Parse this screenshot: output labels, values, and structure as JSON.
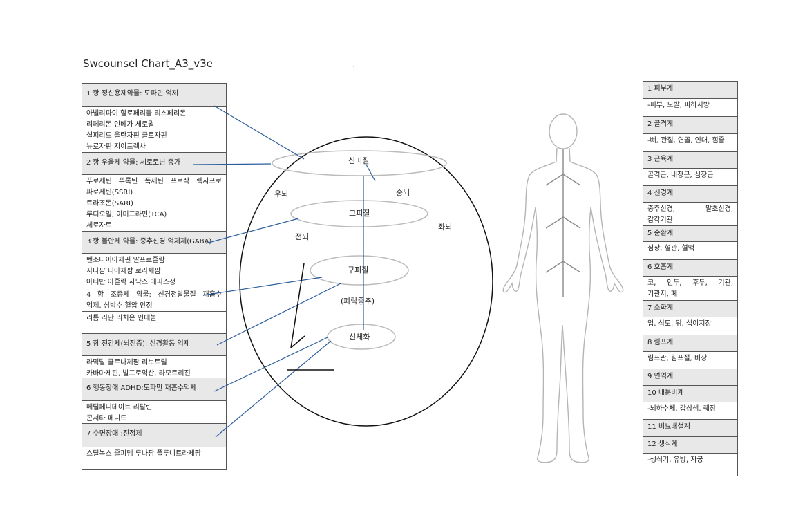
{
  "title": "Swcounsel Chart_A3_v3e",
  "left_table": [
    {
      "type": "head",
      "text": "1 항 정신용제약물: 도파민 억제",
      "h": 34
    },
    {
      "type": "body",
      "lines": [
        "아빌리파이 할로페리돌 리스페리돈",
        "리페리돈 인베가 세로퀼",
        "설피리드 올란자핀 클로자핀",
        "뉴로자핀 지이프렉사"
      ],
      "h": 66
    },
    {
      "type": "head",
      "text": "2 항 우울제 약물: 세로토닌 증가",
      "h": 32
    },
    {
      "type": "body",
      "lines": [
        "푸로세틴 푸록틴 폭세틴 프로작 렉사프로",
        "파로세틴(SSRI)",
        "트라조돈(SARI)",
        "루디오밀, 이미프라민(TCA)",
        "세로자트"
      ],
      "h": 82,
      "justify_first": true
    },
    {
      "type": "head",
      "text": "3 항 불안제 약물: 중추신경 억제제(GABA)",
      "h": 32
    },
    {
      "type": "body",
      "lines": [
        "벤조다이아제핀 알프로졸람",
        "자나팜 디아제팜 로라제팜",
        "아티반 아졸락 자낙스 데피스정"
      ],
      "h": 50
    },
    {
      "type": "body",
      "lines": [
        "4 항 조증제 약물: 신경전달물질 재흡수",
        "억제, 심박수 혈압 안정"
      ],
      "h": 34,
      "justify_first": true
    },
    {
      "type": "body",
      "lines": [
        "리튬 리단 리치온 인데놀"
      ],
      "h": 32
    },
    {
      "type": "head",
      "text": "5 항 전간제(뇌전증): 신경활동 억제",
      "h": 32
    },
    {
      "type": "body",
      "lines": [
        "라믹탈 클로나제팜 리보트릴",
        "카바마제핀, 발프로익산, 라모트리진"
      ],
      "h": 32
    },
    {
      "type": "head",
      "text": "6 행동장애 ADHD:도파민 재흡수억제",
      "h": 33
    },
    {
      "type": "body",
      "lines": [
        "메틸페니데이트 리탈린",
        "콘서타 페니드"
      ],
      "h": 33
    },
    {
      "type": "head",
      "text": "7 수면장애 :진정제",
      "h": 34
    },
    {
      "type": "body",
      "lines": [
        "스틸녹스 졸피뎀 루나팜 플루니트라제팜"
      ],
      "h": 32
    }
  ],
  "right_table": [
    {
      "type": "head",
      "text": "1 피부계",
      "h": 25
    },
    {
      "type": "body",
      "lines": [
        "-피부, 모발, 피하지방"
      ],
      "h": 26
    },
    {
      "type": "head",
      "text": "2 골격계",
      "h": 25
    },
    {
      "type": "body",
      "lines": [
        "-뼈, 관절, 연골, 인대, 힘줄"
      ],
      "h": 26
    },
    {
      "type": "head",
      "text": "3 근육계",
      "h": 24
    },
    {
      "type": "body",
      "lines": [
        "골격근, 내장근, 심장근"
      ],
      "h": 25
    },
    {
      "type": "head",
      "text": "4 신경계",
      "h": 24
    },
    {
      "type": "body",
      "lines": [
        "중추신경, 말초신경,",
        "감각기관"
      ],
      "h": 34,
      "justify_first": true
    },
    {
      "type": "head",
      "text": "5 순환계",
      "h": 23
    },
    {
      "type": "body",
      "lines": [
        "심장, 혈관, 혈액"
      ],
      "h": 26
    },
    {
      "type": "head",
      "text": "6 호흡계",
      "h": 24
    },
    {
      "type": "body",
      "lines": [
        "코, 인두, 후두, 기관,",
        "기관지, 폐"
      ],
      "h": 35,
      "justify_first": true
    },
    {
      "type": "head",
      "text": "7 소화계",
      "h": 24
    },
    {
      "type": "body",
      "lines": [
        "입, 식도, 위, 십이지장"
      ],
      "h": 26
    },
    {
      "type": "head",
      "text": "8 림프계",
      "h": 24
    },
    {
      "type": "body",
      "lines": [
        "림프관, 림프절, 비장"
      ],
      "h": 25
    },
    {
      "type": "head",
      "text": "9 면역계",
      "h": 24
    },
    {
      "type": "head",
      "text": "10 내분비계",
      "h": 24
    },
    {
      "type": "body",
      "lines": [
        "-뇌하수체, 갑상샘, 췌장"
      ],
      "h": 25
    },
    {
      "type": "head",
      "text": "11 비뇨배설계",
      "h": 25
    },
    {
      "type": "head",
      "text": "12 생식계",
      "h": 24
    },
    {
      "type": "body",
      "lines": [
        "-생식기, 유방, 자궁"
      ],
      "h": 32
    }
  ],
  "brain": {
    "labels": {
      "sinpijil": "신피질",
      "junggnoe": "중뇌",
      "unoe": "우뇌",
      "gopijil": "고피질",
      "jwanoe": "좌뇌",
      "jeonnoe": "전뇌",
      "gupijil": "구피질",
      "pyerak": "(폐락중추)",
      "sincheyhwa": "신체화"
    }
  },
  "colors": {
    "connector": "#2b5d9c",
    "border": "#555555",
    "head_bg": "#e8e8e8"
  }
}
